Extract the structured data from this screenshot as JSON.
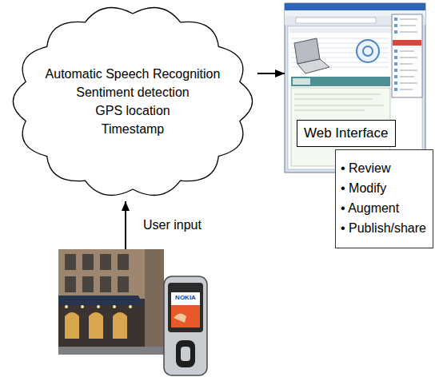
{
  "diagram": {
    "nodes": [
      {
        "text": [
          "Automatic Speech Recognition",
          "Sentiment detection",
          "GPS location",
          "Timestamp"
        ]
      },
      {
        "text": [
          "Web Interface"
        ]
      },
      {
        "text": [
          "• Review",
          "• Modify",
          "• Augment",
          "• Publish/share"
        ]
      },
      {
        "text": [
          "NOKIA"
        ]
      }
    ],
    "edges": [
      {
        "from": 0,
        "to": 1,
        "arrow": "to"
      },
      {
        "from": 3,
        "to": 0,
        "label": "User input",
        "arrow": "to"
      }
    ]
  }
}
